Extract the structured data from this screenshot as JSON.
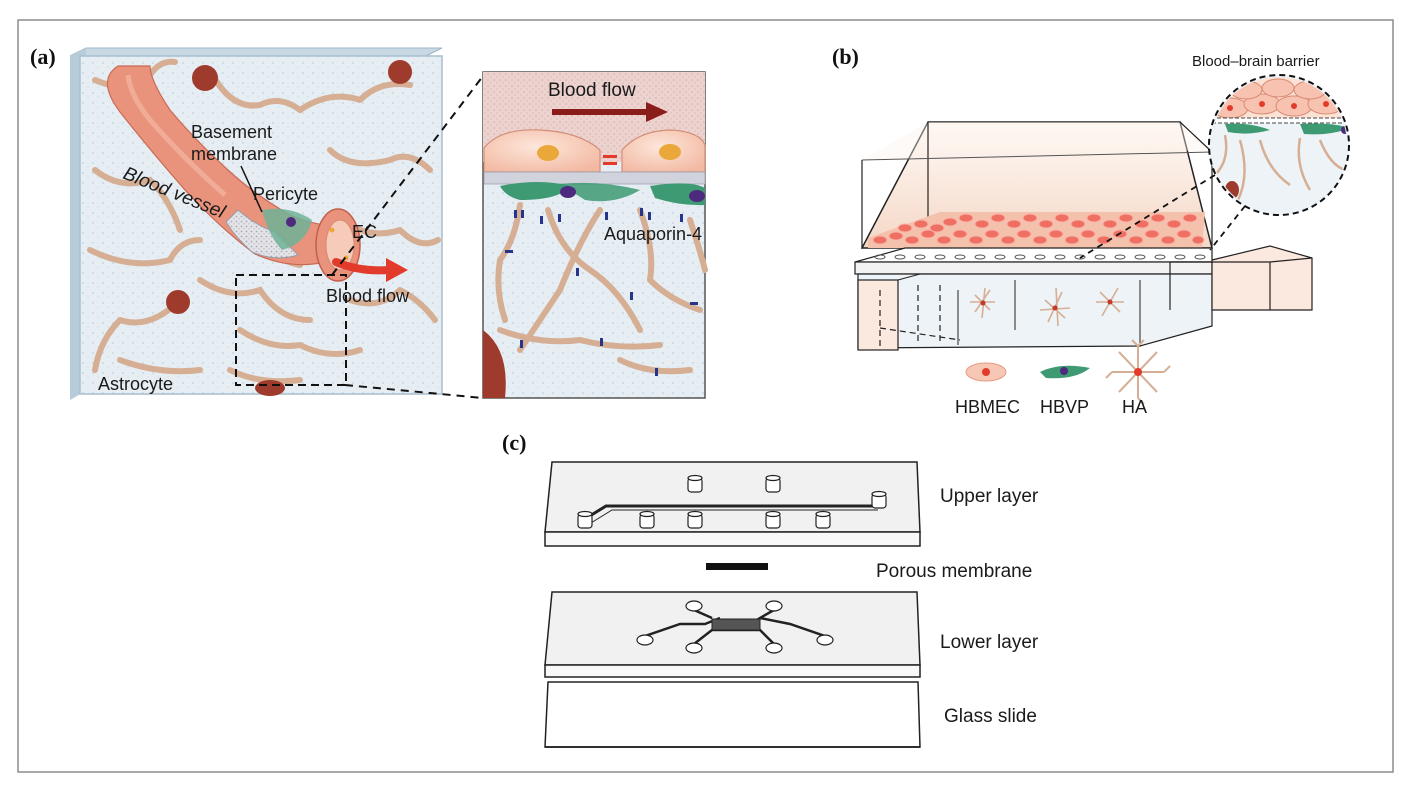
{
  "panels": {
    "a": {
      "letter": "(a)",
      "labels": {
        "basement": "Basement",
        "membrane": "membrane",
        "pericyte": "Pericyte",
        "blood_vessel": "Blood vessel",
        "ec": "EC",
        "blood_flow": "Blood flow",
        "astrocyte": "Astrocyte"
      },
      "inset": {
        "blood_flow": "Blood flow",
        "aquaporin": "Aquaporin-4"
      }
    },
    "b": {
      "letter": "(b)",
      "bbb": "Blood–brain barrier",
      "legend": [
        "HBMEC",
        "HBVP",
        "HA"
      ]
    },
    "c": {
      "letter": "(c)",
      "layers": [
        "Upper layer",
        "Porous membrane",
        "Lower layer",
        "Glass slide"
      ]
    }
  },
  "colors": {
    "vessel": "#e9937d",
    "tissue": "#e4edf3",
    "astrocyte": "#d9b49a",
    "pericyte": "#3d9a73",
    "red_arrow": "#e23b2b",
    "dark_arrow": "#8b1c1c",
    "endothelial": "#f6cdb8",
    "nucleus": "#eaa83a",
    "aquaporin": "#27348b"
  }
}
